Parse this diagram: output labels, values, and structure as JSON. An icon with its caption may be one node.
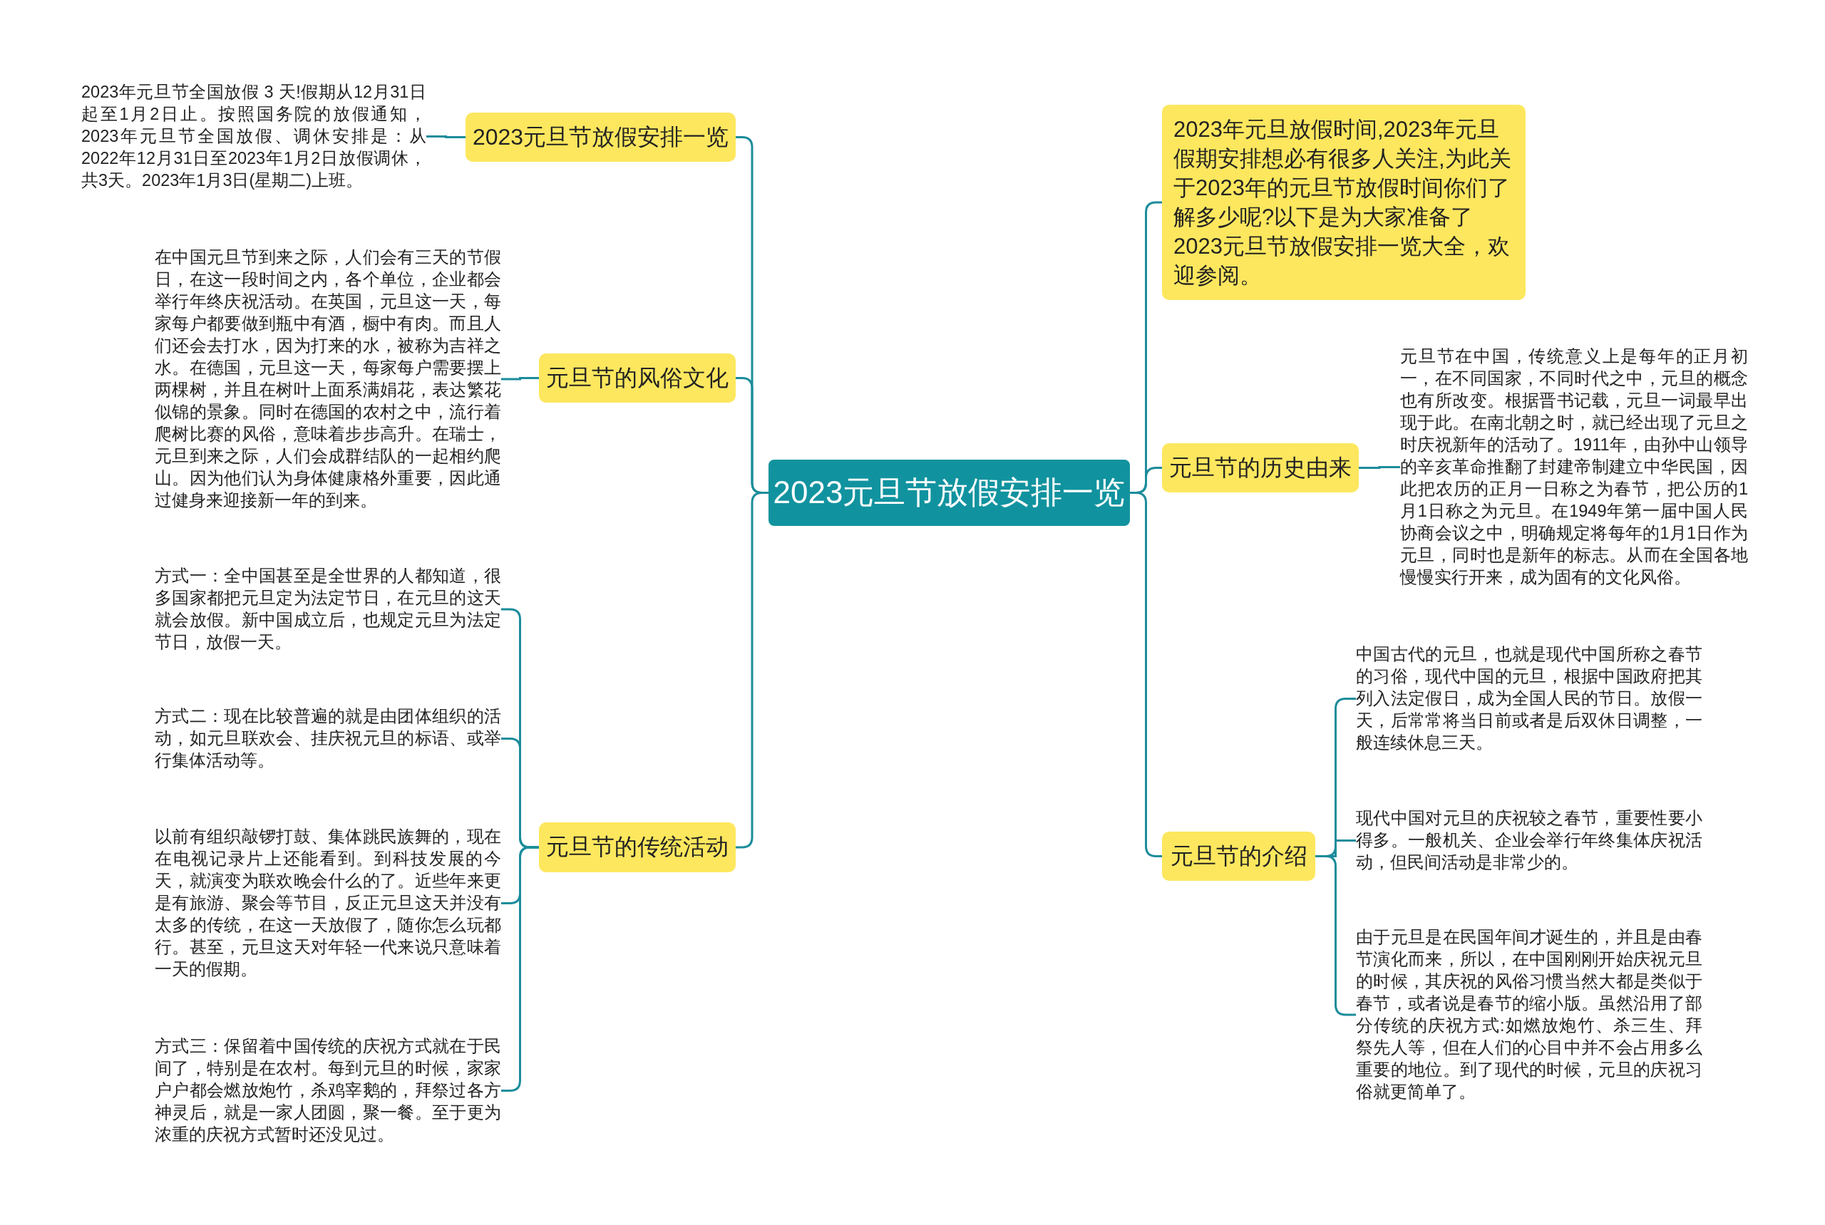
{
  "diagram": {
    "nodes": [
      {
        "text": [
          "2023元旦节放假安排一览"
        ]
      },
      {
        "text": [
          "2023元旦节放假安排一览"
        ]
      },
      {
        "text": [
          "2023年元旦节全国放假 3 天!假期从12月31日起至1月2日止。按照国务院的放假通知，2023年元旦节全国放假、调休安排是：从2022年12月31日至2023年1月2日放假调休，共3天。2023年1月3日(星期二)上班。"
        ]
      },
      {
        "text": [
          "元旦节的风俗文化"
        ]
      },
      {
        "text": [
          "在中国元旦节到来之际，人们会有三天的节假日，在这一段时间之内，各个单位，企业都会举行年终庆祝活动。在英国，元旦这一天，每家每户都要做到瓶中有酒，橱中有肉。而且人们还会去打水，因为打来的水，被称为吉祥之水。在德国，元旦这一天，每家每户需要摆上两棵树，并且在树叶上面系满娟花，表达繁花似锦的景象。同时在德国的农村之中，流行着爬树比赛的风俗，意味着步步高升。在瑞士，元旦到来之际，人们会成群结队的一起相约爬山。因为他们认为身体健康格外重要，因此通过健身来迎接新一年的到来。"
        ]
      },
      {
        "text": [
          "元旦节的传统活动"
        ]
      },
      {
        "text": [
          "方式一：全中国甚至是全世界的人都知道，很多国家都把元旦定为法定节日，在元旦的这天就会放假。新中国成立后，也规定元旦为法定节日，放假一天。"
        ]
      },
      {
        "text": [
          "方式二：现在比较普遍的就是由团体组织的活动，如元旦联欢会、挂庆祝元旦的标语、或举行集体活动等。"
        ]
      },
      {
        "text": [
          "以前有组织敲锣打鼓、集体跳民族舞的，现在在电视记录片上还能看到。到科技发展的今天，就演变为联欢晚会什么的了。近些年来更是有旅游、聚会等节目，反正元旦这天并没有太多的传统，在这一天放假了，随你怎么玩都行。甚至，元旦这天对年轻一代来说只意味着一天的假期。"
        ]
      },
      {
        "text": [
          "方式三：保留着中国传统的庆祝方式就在于民间了，特别是在农村。每到元旦的时候，家家户户都会燃放炮竹，杀鸡宰鹅的，拜祭过各方神灵后，就是一家人团圆，聚一餐。至于更为浓重的庆祝方式暂时还没见过。"
        ]
      },
      {
        "text": [
          "2023年元旦放假时间,2023年元旦假期安排想必有很多人关注,为此关于2023年的元旦节放假时间你们了解多少呢?以下是为大家准备了2023元旦节放假安排一览大全，欢迎参阅。"
        ]
      },
      {
        "text": [
          "元旦节的历史由来"
        ]
      },
      {
        "text": [
          "元旦节在中国，传统意义上是每年的正月初一，在不同国家，不同时代之中，元旦的概念也有所改变。根据晋书记载，元旦一词最早出现于此。在南北朝之时，就已经出现了元旦之时庆祝新年的活动了。1911年，由孙中山领导的辛亥革命推翻了封建帝制建立中华民国，因此把农历的正月一日称之为春节，把公历的1月1日称之为元旦。在1949年第一届中国人民协商会议之中，明确规定将每年的1月1日作为元旦，同时也是新年的标志。从而在全国各地慢慢实行开来，成为固有的文化风俗。"
        ]
      },
      {
        "text": [
          "元旦节的介绍"
        ]
      },
      {
        "text": [
          "中国古代的元旦，也就是现代中国所称之春节的习俗，现代中国的元旦，根据中国政府把其列入法定假日，成为全国人民的节日。放假一天，后常常将当日前或者是后双休日调整，一般连续休息三天。"
        ]
      },
      {
        "text": [
          "现代中国对元旦的庆祝较之春节，重要性要小得多。一般机关、企业会举行年终集体庆祝活动，但民间活动是非常少的。"
        ]
      },
      {
        "text": [
          "由于元旦是在民国年间才诞生的，并且是由春节演化而来，所以，在中国刚刚开始庆祝元旦的时候，其庆祝的风俗习惯当然大都是类似于春节，或者说是春节的缩小版。虽然沿用了部分传统的庆祝方式:如燃放炮竹、杀三生、拜祭先人等，但在人们的心目中并不会占用多么重要的地位。到了现代的时候，元旦的庆祝习俗就更简单了。"
        ]
      }
    ],
    "edges": [
      {
        "from": 0,
        "to": 1,
        "arrow": "none"
      },
      {
        "from": 1,
        "to": 2,
        "arrow": "none"
      },
      {
        "from": 0,
        "to": 3,
        "arrow": "none"
      },
      {
        "from": 3,
        "to": 4,
        "arrow": "none"
      },
      {
        "from": 0,
        "to": 5,
        "arrow": "none"
      },
      {
        "from": 5,
        "to": 6,
        "arrow": "none"
      },
      {
        "from": 5,
        "to": 7,
        "arrow": "none"
      },
      {
        "from": 5,
        "to": 8,
        "arrow": "none"
      },
      {
        "from": 5,
        "to": 9,
        "arrow": "none"
      },
      {
        "from": 0,
        "to": 10,
        "arrow": "none"
      },
      {
        "from": 0,
        "to": 11,
        "arrow": "none"
      },
      {
        "from": 11,
        "to": 12,
        "arrow": "none"
      },
      {
        "from": 0,
        "to": 13,
        "arrow": "none"
      },
      {
        "from": 13,
        "to": 14,
        "arrow": "none"
      },
      {
        "from": 13,
        "to": 15,
        "arrow": "none"
      },
      {
        "from": 13,
        "to": 16,
        "arrow": "none"
      }
    ]
  }
}
